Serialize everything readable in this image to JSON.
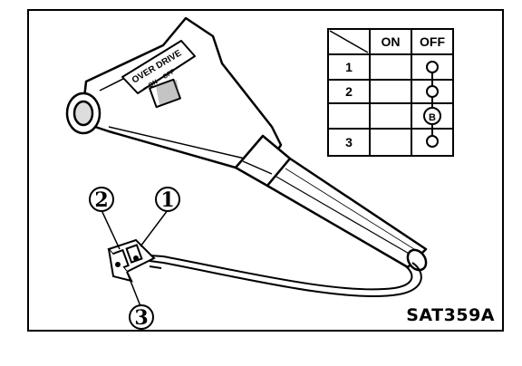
{
  "figure": {
    "code": "SAT359A"
  },
  "switch": {
    "label": "OVER DRIVE",
    "sublabel": "━ ON    ━ OFF"
  },
  "table": {
    "headers": [
      "",
      "ON",
      "OFF"
    ],
    "rows": [
      {
        "terminal": "1",
        "on": "",
        "off": "○"
      },
      {
        "terminal": "2",
        "on": "",
        "off": "○"
      },
      {
        "terminal": "",
        "on": "",
        "off": "B"
      },
      {
        "terminal": "3",
        "on": "",
        "off": "○"
      }
    ]
  },
  "callouts": [
    {
      "id": "callout-1",
      "label": "1"
    },
    {
      "id": "callout-2",
      "label": "2"
    },
    {
      "id": "callout-3",
      "label": "3"
    }
  ],
  "colors": {
    "ink": "#000000",
    "paper": "#ffffff"
  }
}
